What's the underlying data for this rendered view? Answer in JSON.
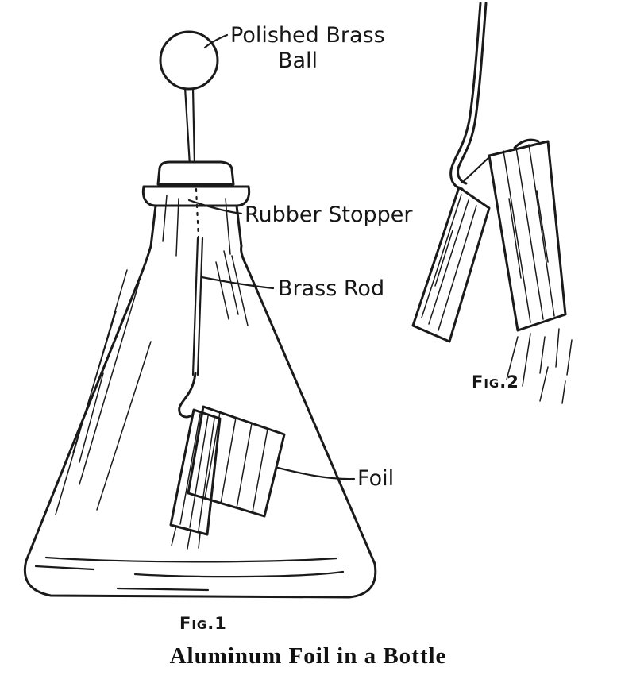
{
  "page": {
    "background_color": "#ffffff",
    "ink_color": "#1a1a1a"
  },
  "caption": "Aluminum Foil in a Bottle",
  "fig1": {
    "name": "Fig.1",
    "labels": {
      "ball_line1": "Polished Brass",
      "ball_line2": "Ball",
      "stopper": "Rubber Stopper",
      "rod": "Brass Rod",
      "foil": "Foil"
    }
  },
  "fig2": {
    "name": "Fig.2"
  }
}
